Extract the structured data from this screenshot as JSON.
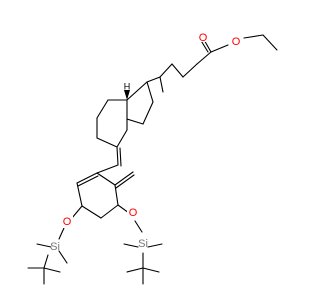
{
  "molecule": {
    "atom_labels": {
      "ester_carbonyl_o": "O",
      "ester_ether_o": "O",
      "silyl_ether_o_left": "O",
      "silyl_ether_o_right": "O",
      "si_left": "Si",
      "si_right": "Si",
      "stereo_h": "H"
    },
    "colors": {
      "bond": "#000000",
      "oxygen": "#ff0000",
      "silicon": "#777777",
      "background": "#ffffff"
    }
  }
}
